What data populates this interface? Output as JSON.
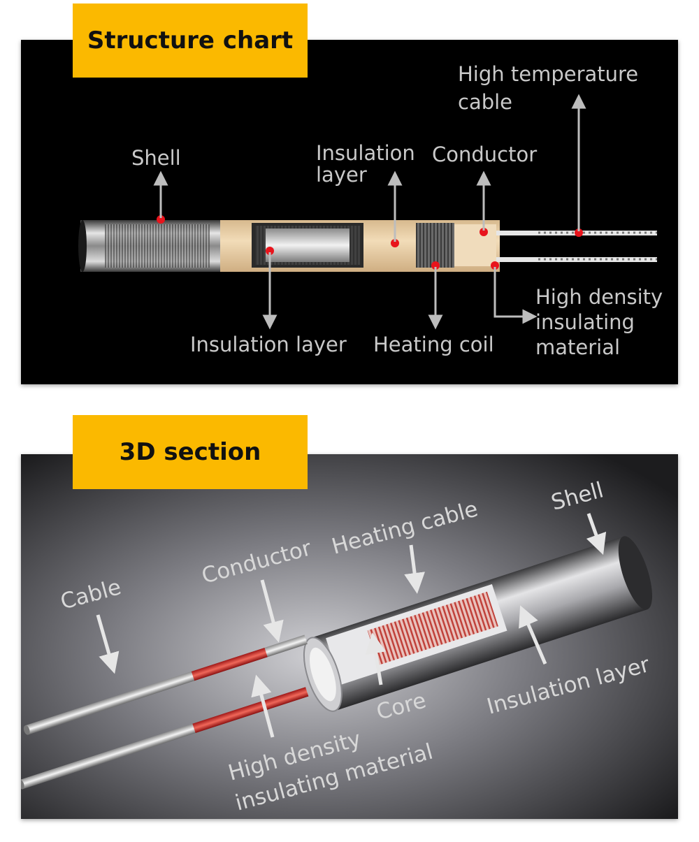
{
  "sections": {
    "structure_title": "Structure chart",
    "section3d_title": "3D section"
  },
  "structure_labels": {
    "shell": "Shell",
    "insulation_layer_top_1": "Insulation",
    "insulation_layer_top_2": "layer",
    "conductor": "Conductor",
    "cable_1": "High temperature",
    "cable_2": "cable",
    "insulation_layer_bottom": "Insulation layer",
    "heating_coil": "Heating coil",
    "density_1": "High density",
    "density_2": "insulating",
    "density_3": "material"
  },
  "section_labels": {
    "shell": "Shell",
    "heating_cable": "Heating cable",
    "conductor": "Conductor",
    "cable": "Cable",
    "core": "Core",
    "insulation_layer": "Insulation layer",
    "density_1": "High density",
    "density_2": "insulating material"
  },
  "colors": {
    "tag": "#fbb900",
    "label_top": "#c9c9c9",
    "label_3d": "#d8d8d8",
    "marker": "#e8141c",
    "ceramic": "#e9cfa5"
  }
}
